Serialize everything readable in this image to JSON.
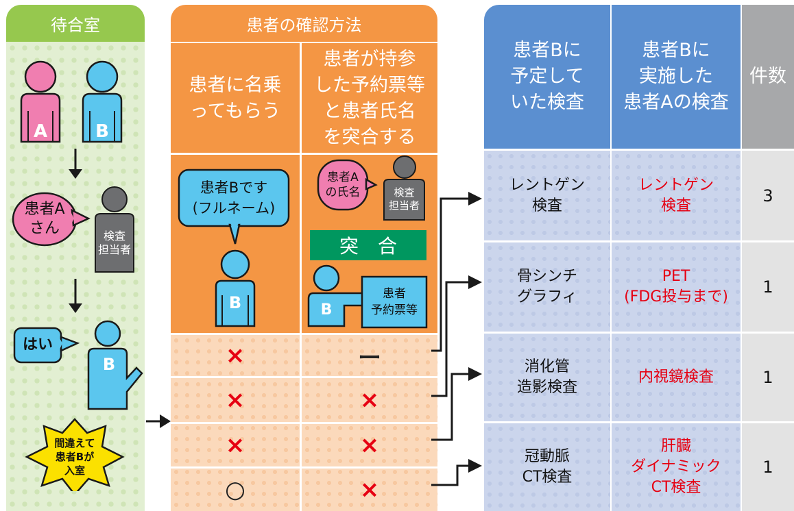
{
  "waiting_room": {
    "title": "待合室",
    "patient_a": "A",
    "patient_b": "B",
    "speech_call": "患者A\nさん",
    "staff_label": "検査\n担当者",
    "speech_reply": "はい",
    "result_burst": "間違えて\n患者Bが\n入室"
  },
  "method": {
    "title": "患者の確認方法",
    "col1_header": "患者に名乗\nってもらう",
    "col2_header": "患者が持参\nした予約票等\nと患者氏名\nを突合する",
    "col1_bubble": "患者Bです\n(フルネーム)",
    "col2_name_card": "患者A\nの氏名",
    "col2_staff": "検査\n担当者",
    "col2_match": "突　合",
    "col2_ticket": "患者\n予約票等",
    "rows": [
      {
        "col1": "×",
        "col2": "ー"
      },
      {
        "col1": "×",
        "col2": "×"
      },
      {
        "col1": "×",
        "col2": "×"
      },
      {
        "col1": "○",
        "col2": "×"
      }
    ]
  },
  "table": {
    "headers": [
      "患者Bに\n予定して\nいた検査",
      "患者Bに\n実施した\n患者Aの検査",
      "件数"
    ],
    "rows": [
      {
        "planned": "レントゲン\n検査",
        "performed": "レントゲン\n検査",
        "count": "3"
      },
      {
        "planned": "骨シンチ\nグラフィ",
        "performed": "PET\n(FDG投与まで)",
        "count": "1"
      },
      {
        "planned": "消化管\n造影検査",
        "performed": "内視鏡検査",
        "count": "1"
      },
      {
        "planned": "冠動脈\nCT検査",
        "performed": "肝臓\nダイナミック\nCT検査",
        "count": "1"
      }
    ]
  },
  "colors": {
    "green": "#96c84e",
    "orange": "#f49644",
    "blue_header": "#5b8fd0",
    "gray_header": "#a7a8aa",
    "red": "#e60012",
    "pink": "#f07eb0",
    "cyan": "#5bc6ee",
    "staff_gray": "#6d6e70"
  }
}
